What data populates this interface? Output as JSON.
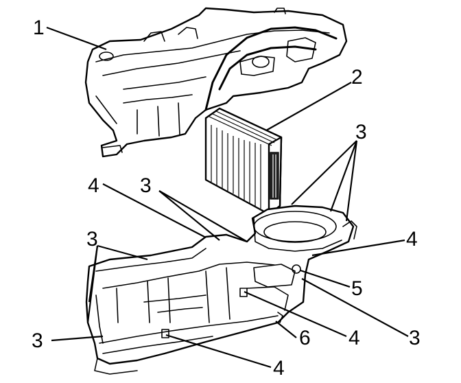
{
  "diagram": {
    "callouts": [
      {
        "label": "1"
      },
      {
        "label": "2"
      },
      {
        "label": "3"
      },
      {
        "label": "4"
      },
      {
        "label": "3"
      },
      {
        "label": "3"
      },
      {
        "label": "4"
      },
      {
        "label": "5"
      },
      {
        "label": "4"
      },
      {
        "label": "3"
      },
      {
        "label": "6"
      },
      {
        "label": "3"
      },
      {
        "label": "4"
      }
    ]
  }
}
